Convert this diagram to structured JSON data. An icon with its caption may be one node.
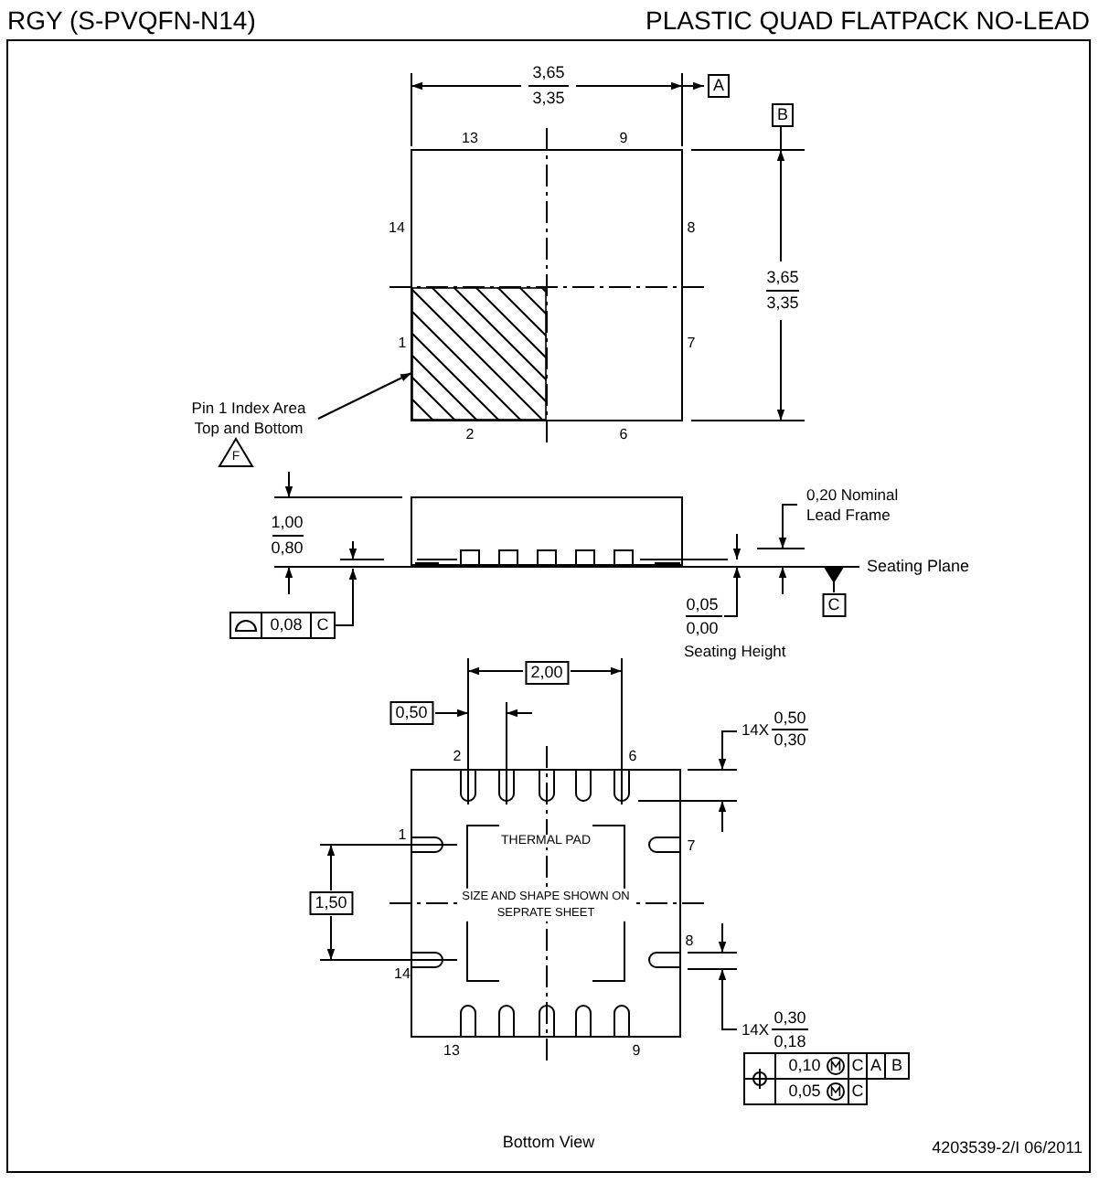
{
  "diagram": {
    "nodes": [
      {
        "text": [
          "Pin 1 Index Area Top and Bottom"
        ]
      },
      {
        "text": [],
        "shape": "box"
      },
      {
        "text": [
          "THERMAL PAD",
          "SIZE AND SHAPE SHOWN ON SEPRATE SHEET"
        ]
      }
    ],
    "edges": [
      {
        "from": 0,
        "to": 1,
        "arrow": "to"
      }
    ],
    "labels": [
      "RGY (S-PVQFN-N14)",
      "PLASTIC QUAD FLATPACK NO-LEAD",
      "3,65",
      "3,35",
      "A",
      "B",
      "13",
      "9",
      "14",
      "8",
      "3,65",
      "3,35",
      "1",
      "7",
      "2",
      "6",
      "F",
      "1,00",
      "0,80",
      "0,20 Nominal Lead Frame",
      "Seating Plane",
      "0,08",
      "C",
      "0,05",
      "0,00",
      "Seating Height",
      "C",
      "2,00",
      "0,50",
      "14X",
      "0,50",
      "0,30",
      "2",
      "6",
      "1",
      "7",
      "1,50",
      "8",
      "14",
      "13",
      "9",
      "14X",
      "0,30",
      "0,18",
      "0,10",
      "C",
      "A",
      "B",
      "0,05",
      "C",
      "Bottom View",
      "4203539-2/I 06/2011"
    ]
  }
}
